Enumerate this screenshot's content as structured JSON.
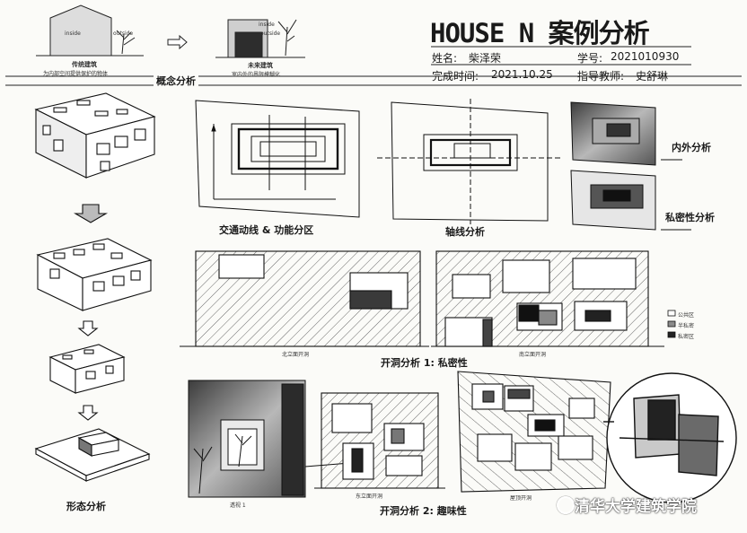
{
  "header": {
    "title": "HOUSE N 案例分析",
    "name_label": "姓名:",
    "name_value": "柴泽荣",
    "id_label": "学号:",
    "id_value": "2021010930",
    "date_label": "完成时间:",
    "date_value": "2021.10.25",
    "advisor_label": "指导教师:",
    "advisor_value": "史舒琳"
  },
  "concept": {
    "inside_label": "inside",
    "outside_label": "outside",
    "traditional_title": "传统建筑",
    "traditional_note": "为内部空间提供保护的物体",
    "future_title": "未来建筑",
    "future_note": "室内外的界限模糊化",
    "section_title": "概念分析"
  },
  "sections": {
    "circulation": "交通动线 & 功能分区",
    "axis": "轴线分析",
    "inside_outside": "内外分析",
    "privacy": "私密性分析",
    "openings_privacy": "开洞分析 1: 私密性",
    "openings_interest": "开洞分析 2: 趣味性",
    "form": "形态分析"
  },
  "elevations": {
    "north": "北立面开洞",
    "south": "南立面开洞",
    "east": "东立面开洞",
    "roof": "屋顶开洞",
    "perspective": "透视 1"
  },
  "legend": {
    "items": [
      "公共区",
      "半私密",
      "私密区"
    ],
    "swatch_colors": [
      "#ffffff",
      "#8a8a8a",
      "#222222"
    ]
  },
  "watermark": "清华大学建筑学院"
}
